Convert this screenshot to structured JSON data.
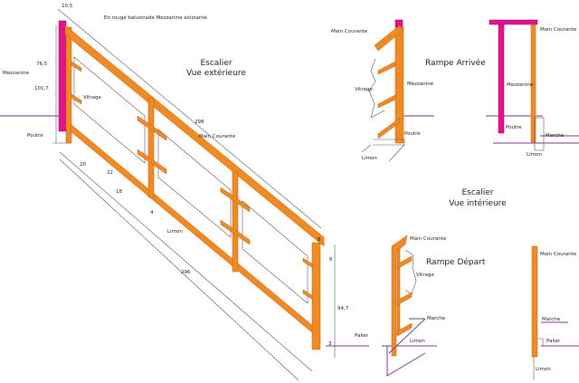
{
  "note": "En rougé balustrade Mezzanine existante",
  "exterior_view": {
    "title_line1": "Escalier",
    "title_line2": "Vue extérieure",
    "dims": {
      "top": "10,5",
      "d765": "76,5",
      "d1017": "101,7",
      "d298": "298",
      "d20": "20",
      "d22": "22",
      "d18": "18",
      "d4": "4",
      "d296": "296",
      "d8": "8",
      "d6": "6",
      "d947": "94,7",
      "d3": "3"
    },
    "labels": {
      "mezzanine": "Mezzanine",
      "poutre": "Poutre",
      "vitrage": "Vitrage",
      "main_courante": "Main Courante",
      "limon": "Limon",
      "palier": "Palier"
    }
  },
  "rampe_arrivee": {
    "title": "Rampe Arrivée",
    "labels": {
      "main_courante": "Main Courante",
      "vitrage": "Vitrage",
      "mezzanine": "Mezzanine",
      "poutre": "Poutre",
      "limon": "Limon"
    }
  },
  "rampe_arrivee_side": {
    "labels": {
      "main_courante": "Main Courante",
      "mezzanine": "Mezzanine",
      "poutre": "Poutre",
      "marche": "Marche",
      "limon": "Limon"
    }
  },
  "interior_view": {
    "title_line1": "Escalier",
    "title_line2": "Vue intérieure"
  },
  "rampe_depart": {
    "title": "Rampe Départ",
    "labels": {
      "main_courante": "Main Courante",
      "vitrage": "Vitrage",
      "marche": "Marche",
      "limon": "Limon"
    }
  },
  "rampe_depart_side": {
    "labels": {
      "main_courante": "Main Courante",
      "marche": "Marche",
      "palier": "Palier",
      "limon": "Limon"
    }
  },
  "colors": {
    "orange": "#f08a24",
    "pink": "#e0148c",
    "purple": "#7a3a8a"
  }
}
